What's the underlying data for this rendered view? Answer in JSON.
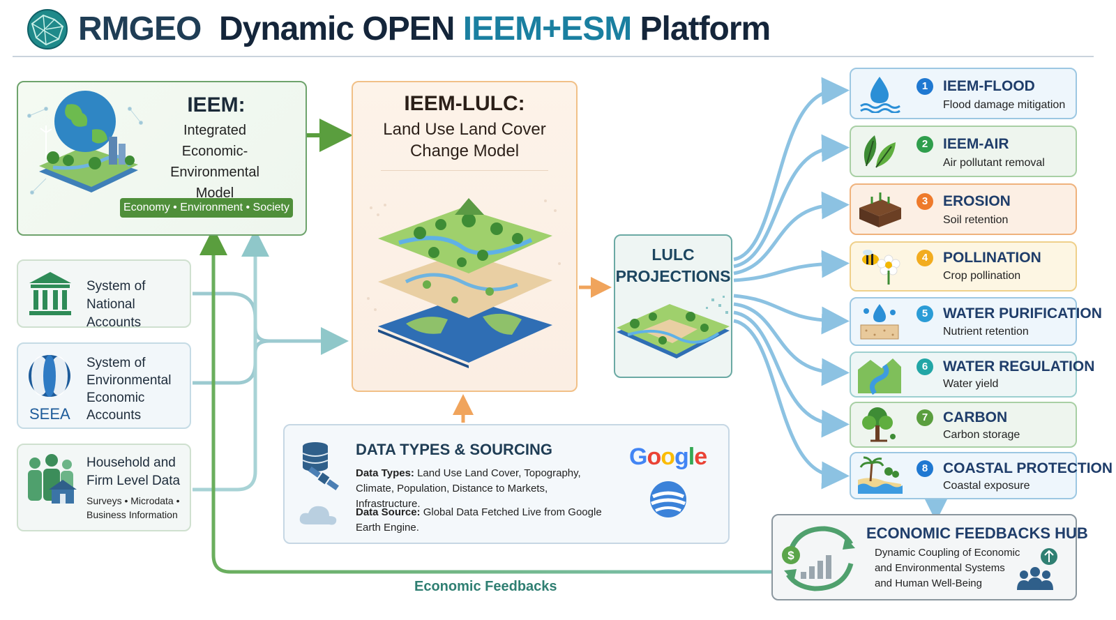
{
  "header": {
    "brand": "RMGEO",
    "title_main": "Dynamic OPEN ",
    "title_accent": "IEEM+ESM",
    "title_tail": " Platform"
  },
  "ieem": {
    "heading": "IEEM:",
    "sub_line1": "Integrated",
    "sub_line2": "Economic-Environmental",
    "sub_line3": "Model",
    "pill": "Economy • Environment • Society"
  },
  "sources": {
    "sna": {
      "line1": "System of",
      "line2": "National Accounts"
    },
    "seea": {
      "line1": "System of",
      "line2": "Environmental",
      "line3": "Economic",
      "line4": "Accounts",
      "acronym": "SEEA"
    },
    "household": {
      "line1": "Household and",
      "line2": "Firm Level Data",
      "sub1": "Surveys • Microdata •",
      "sub2": "Business Information"
    }
  },
  "lulc": {
    "heading": "IEEM-LULC:",
    "sub_line1": "Land Use Land Cover",
    "sub_line2": "Change Model"
  },
  "projections": {
    "line1": "LULC",
    "line2": "PROJECTIONS"
  },
  "data_sourcing": {
    "heading": "DATA TYPES & SOURCING",
    "types_label": "Data Types:",
    "types_value": " Land Use Land Cover, Topography, Climate, Population, Distance to Markets, Infrastructure.",
    "source_label": "Data Source:",
    "source_value": " Global Data Fetched Live from Google Earth Engine.",
    "google_letters": [
      "G",
      "o",
      "o",
      "g",
      "l",
      "e"
    ]
  },
  "services": [
    {
      "num": "1",
      "title": "IEEM-FLOOD",
      "sub": "Flood damage mitigation",
      "icon": "water-drop-icon"
    },
    {
      "num": "2",
      "title": "IEEM-AIR",
      "sub": "Air pollutant removal",
      "icon": "leaves-icon"
    },
    {
      "num": "3",
      "title": "EROSION",
      "sub": "Soil retention",
      "icon": "soil-icon"
    },
    {
      "num": "4",
      "title": "POLLINATION",
      "sub": "Crop pollination",
      "icon": "bee-flower-icon"
    },
    {
      "num": "5",
      "title": "WATER PURIFICATION",
      "sub": "Nutrient retention",
      "icon": "filter-drop-icon"
    },
    {
      "num": "6",
      "title": "WATER REGULATION",
      "sub": "Water yield",
      "icon": "river-icon"
    },
    {
      "num": "7",
      "title": "CARBON",
      "sub": "Carbon storage",
      "icon": "tree-icon"
    },
    {
      "num": "8",
      "title": "COASTAL PROTECTION",
      "sub": "Coastal exposure",
      "icon": "coast-icon"
    }
  ],
  "hub": {
    "heading": "ECONOMIC FEEDBACKS HUB",
    "line1": "Dynamic Coupling of Economic",
    "line2": "and Environmental Systems",
    "line3": "and Human Well-Being",
    "dollar": "$"
  },
  "feedback_label": "Economic Feedbacks",
  "colors": {
    "green": "#5a9e3e",
    "teal": "#6ec3c5",
    "orange": "#f0a45c",
    "blue_arrow": "#8cc2e2",
    "google": [
      "#4285F4",
      "#EA4335",
      "#FBBC05",
      "#4285F4",
      "#34A853",
      "#EA4335"
    ]
  }
}
